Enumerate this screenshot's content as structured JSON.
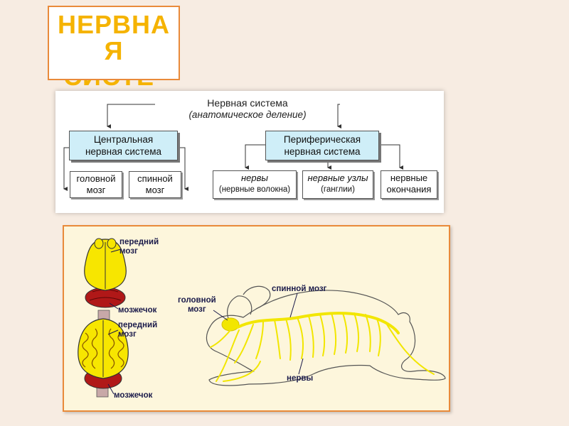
{
  "title": {
    "line1": "НЕРВНА",
    "line2": "Я",
    "line3_partial": "СИСТЕ"
  },
  "scheme": {
    "header": "Нервная система",
    "subheader": "(анатомическое деление)",
    "central": "Центральная\nнервная система",
    "peripheral": "Периферическая\nнервная система",
    "brain": "головной\nмозг",
    "spinal": "спинной\nмозг",
    "nerves": "нервы",
    "nerves_sub": "(нервные волокна)",
    "ganglia": "нервные узлы",
    "ganglia_sub": "(ганглии)",
    "endings": "нервные\nокончания"
  },
  "anatomy": {
    "forebrain_1": "передний\nмозг",
    "cerebellum_1": "мозжечок",
    "forebrain_2": "передний\nмозг",
    "cerebellum_2": "мозжечок",
    "brain_label": "головной\nмозг",
    "spinal_label": "спинной мозг",
    "nerves_label": "нервы"
  },
  "colors": {
    "accent_border": "#e98a3a",
    "title_text": "#f5b300",
    "box_fill": "#cfeef8",
    "nerve_yellow": "#f2e600"
  }
}
